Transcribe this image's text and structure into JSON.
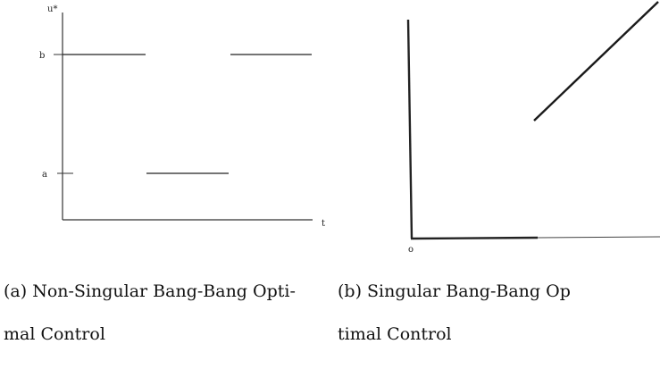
{
  "figure_a": {
    "labels": {
      "y_axis": "u*",
      "upper_level": "b",
      "lower_level": "a",
      "x_axis": "t"
    },
    "caption_line1": "(a) Non-Singular Bang-Bang Opti-",
    "caption_line2": "mal Control"
  },
  "figure_b": {
    "labels": {
      "origin": "o"
    },
    "caption_line1": "(b) Singular Bang-Bang Op",
    "caption_line2": "timal Control"
  }
}
